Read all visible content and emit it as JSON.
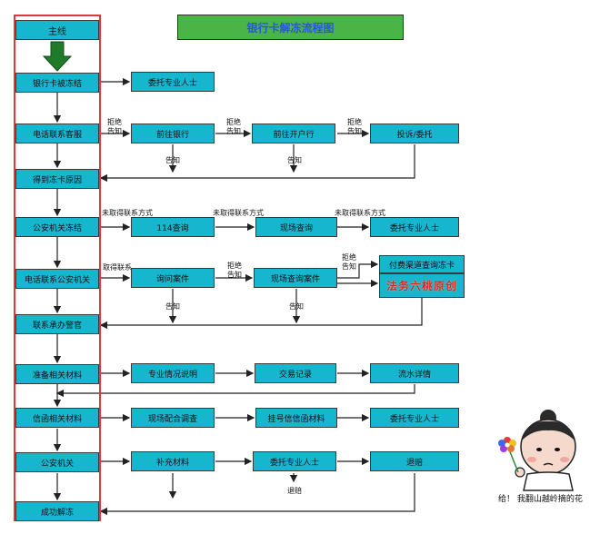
{
  "title": "银行卡解冻流程图",
  "mainline": {
    "head": "主线",
    "steps": [
      "银行卡被冻结",
      "电话联系客服",
      "得到冻卡原因",
      "公安机关冻结",
      "电话联系公安机关",
      "联系承办警官",
      "准备相关材料",
      "信函相关材料",
      "公安机关",
      "成功解冻"
    ]
  },
  "rows": {
    "r1": {
      "b1": "委托专业人士"
    },
    "r2": {
      "b1": "前往银行",
      "b2": "前往开户行",
      "b3": "投诉/委托",
      "label_refuse": "拒绝\n告知",
      "label_inform": "告知"
    },
    "r4": {
      "b1": "114查询",
      "b2": "现场查询",
      "b3": "委托专业人士",
      "label": "未取得联系方式"
    },
    "r5": {
      "b1": "询问案件",
      "b2": "现场查询案件",
      "b3": "付费渠道查询冻卡",
      "b4": "法务六桃原创",
      "label_get": "取得联系",
      "label_refuse": "拒绝\n告知",
      "label_inform": "告知"
    },
    "r7": {
      "b1": "专业情况说明",
      "b2": "交易记录",
      "b3": "流水详情"
    },
    "r8": {
      "b1": "现场配合调查",
      "b2": "挂号信信函材料",
      "b3": "委托专业人士"
    },
    "r9": {
      "b1": "补充材料",
      "b2": "委托专业人士",
      "b3": "退赔",
      "label_refund": "退赔"
    }
  },
  "caption": "给！ 我翻山越岭摘的花"
}
